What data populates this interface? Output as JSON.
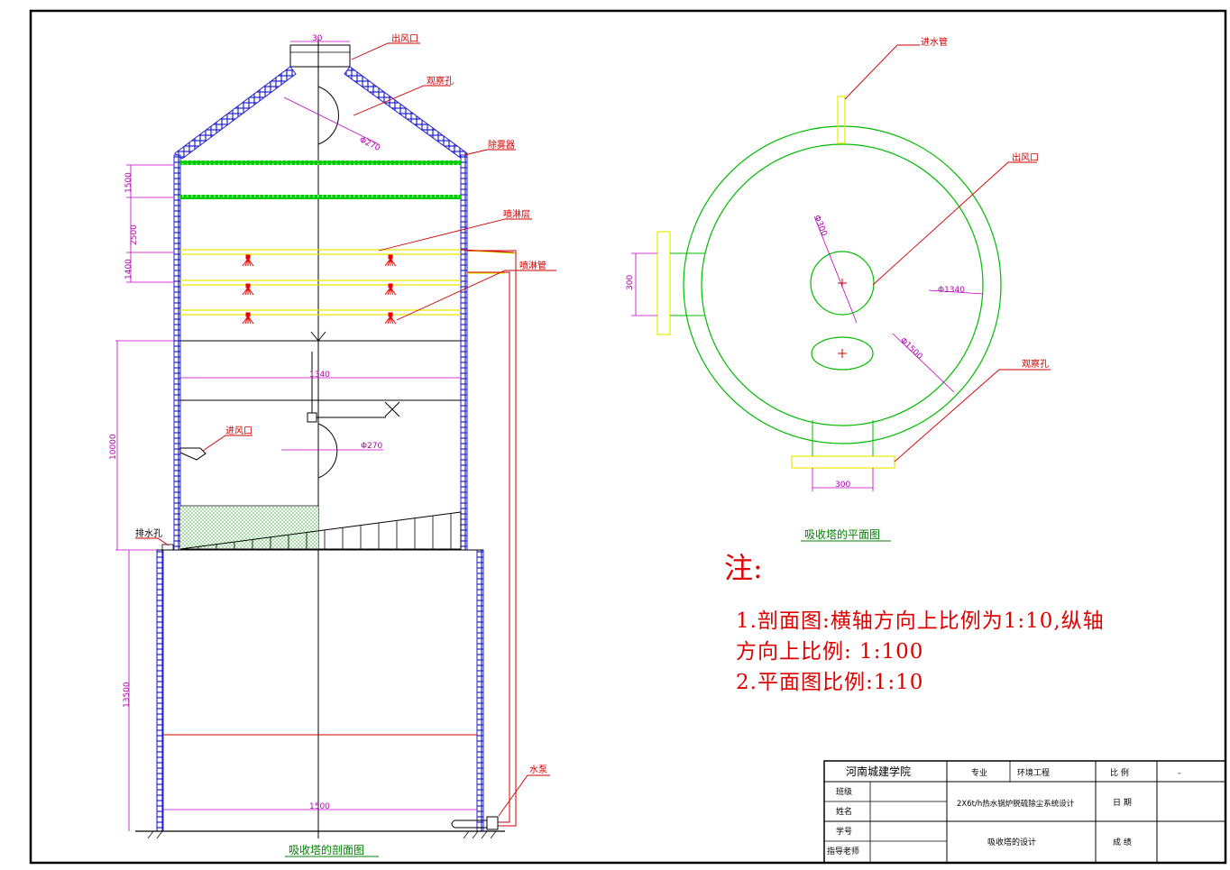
{
  "section": {
    "caption": "吸收塔的剖面图",
    "labels": {
      "outlet": "出风口",
      "peephole": "观察孔",
      "demister": "除雾器",
      "spray_layer": "喷淋层",
      "spray_pipe": "喷淋管",
      "inlet": "进风口",
      "drain": "排水孔",
      "pump": "水泵"
    },
    "dims": {
      "top_width": "30",
      "peephole_dia": "Φ270",
      "peephole_dia2": "Φ270",
      "inner_width": "1340",
      "base_width": "1500",
      "h1": "1500",
      "h2": "2500",
      "h3": "1400",
      "h4": "10000",
      "h5": "13500"
    }
  },
  "plan": {
    "caption": "吸收塔的平面图",
    "labels": {
      "water_inlet": "进水管",
      "outlet": "出风口",
      "peephole": "观察孔"
    },
    "dims": {
      "d_outlet": "Φ300",
      "d_inner": "Φ1340",
      "d_outer": "Φ1500",
      "side_300": "300",
      "bottom_300": "300"
    }
  },
  "notes": {
    "title": "注:",
    "line1": "1.剖面图:横轴方向上比例为1:10,纵轴",
    "line2": "方向上比例:   1:100",
    "line3": "2.平面图比例:1:10"
  },
  "titleblock": {
    "school": "河南城建学院",
    "major_label": "专业",
    "major_value": "环境工程",
    "scale_label": "比 例",
    "scale_value": "-",
    "class_label": "班级",
    "name_label": "姓名",
    "project": "2X6t/h热水锅炉脱硫除尘系统设计",
    "date_label": "日 期",
    "id_label": "学号",
    "teacher_label": "指导老师",
    "drawing": "吸收塔的设计",
    "grade_label": "成 绩"
  },
  "colors": {
    "frame": "#000000",
    "wall": "#2020cc",
    "demister": "#00cc00",
    "spray": "#e8e800",
    "nozzle": "#ee0000",
    "dimension": "#c000c0",
    "label": "#cc0000",
    "plan_circle": "#00bb00"
  }
}
